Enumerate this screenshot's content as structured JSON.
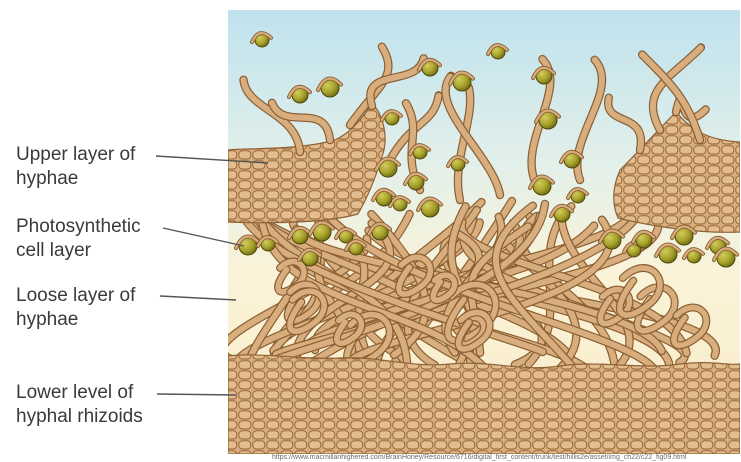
{
  "labels": {
    "upper_layer": {
      "line1": "Upper layer of",
      "line2": "hyphae"
    },
    "photosynthetic_layer": {
      "line1": "Photosynthetic",
      "line2": "cell layer"
    },
    "loose_layer": {
      "line1": "Loose layer of",
      "line2": "hyphae"
    },
    "lower_level": {
      "line1": "Lower level of",
      "line2": "hyphal rhizoids"
    }
  },
  "source_url": "https://www.macmillanhighered.com/BrainHoney/Resource/6716/digital_first_content/trunk/test/hillis2e/asset/img_ch22/c22_fig09.html",
  "colors": {
    "sky_top": "#bfe2ee",
    "sky_bottom": "#fbf3d8",
    "hypha_fill": "#d8ae7e",
    "hypha_stroke": "#8a5f33",
    "algal_cell": "#9e9a24",
    "algal_cell_light": "#d1cd5c",
    "label_text": "#3a3a3a"
  }
}
